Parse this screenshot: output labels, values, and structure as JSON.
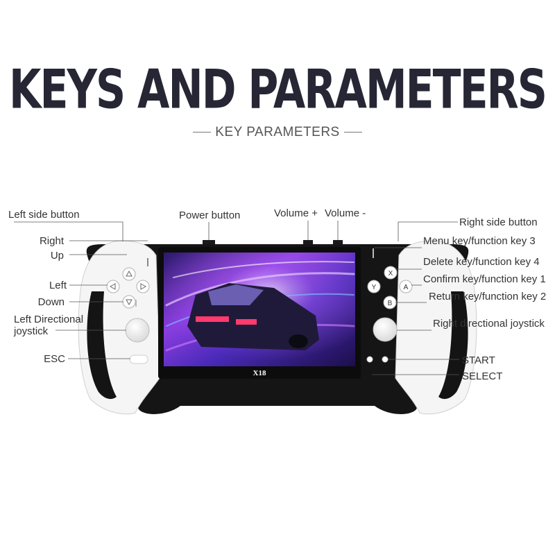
{
  "title": "KEYS AND PARAMETERS",
  "subtitle": "KEY PARAMETERS",
  "screen_brand": "X18",
  "labels": {
    "left_side_button": "Left side button",
    "right": "Right",
    "up": "Up",
    "left": "Left",
    "down": "Down",
    "left_joystick": "Left Directional joystick",
    "esc": "ESC",
    "power_button": "Power button",
    "volume_plus": "Volume +",
    "volume_minus": "Volume -",
    "right_side_button": "Right side button",
    "menu_key": "Menu key/function key 3",
    "delete_key": "Delete key/function key 4",
    "confirm_key": "Confirm key/function key 1",
    "return_key": "Return key/function key 2",
    "right_joystick": "Right directional joystick",
    "start": "START",
    "select": "SELECT"
  },
  "face_buttons": {
    "x": "X",
    "y": "Y",
    "a": "A",
    "b": "B"
  },
  "colors": {
    "title": "#262634",
    "body_white": "#f4f4f4",
    "grip_black": "#151515",
    "screen_purple": "#7a3cd8"
  }
}
